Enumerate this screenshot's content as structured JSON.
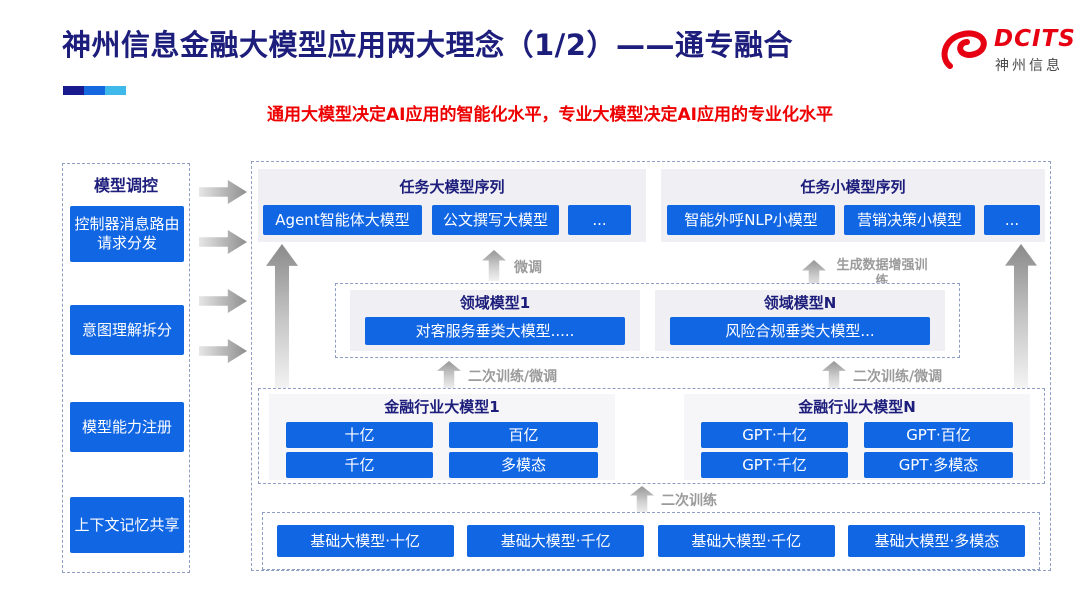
{
  "header": {
    "title": "神州信息金融大模型应用两大理念（1/2）——通专融合",
    "subtitle": "通用大模型决定AI应用的智能化水平，专业大模型决定AI应用的专业化水平",
    "accent_bar_colors": [
      "#1a1a8f",
      "#1668e0",
      "#3fb9e9"
    ],
    "logo": {
      "brand": "DCITS",
      "brand_cn": "神州信息"
    }
  },
  "sidebar": {
    "title": "模型调控",
    "items": [
      {
        "label": "控制器消息路由请求分发"
      },
      {
        "label": "意图理解拆分"
      },
      {
        "label": "模型能力注册"
      },
      {
        "label": "上下文记忆共享"
      }
    ]
  },
  "diagram": {
    "task_large": {
      "title": "任务大模型序列",
      "items": [
        "Agent智能体大模型",
        "公文撰写大模型",
        "..."
      ]
    },
    "task_small": {
      "title": "任务小模型序列",
      "items": [
        "智能外呼NLP小模型",
        "营销决策小模型",
        "..."
      ]
    },
    "domain": {
      "groups": [
        {
          "title": "领域模型1",
          "item": "对客服务垂类大模型....."
        },
        {
          "title": "领域模型N",
          "item": "风险合规垂类大模型..."
        }
      ]
    },
    "industry": {
      "groups": [
        {
          "title": "金融行业大模型1",
          "items": [
            "十亿",
            "百亿",
            "千亿",
            "多模态"
          ]
        },
        {
          "title": "金融行业大模型N",
          "items": [
            "GPT·十亿",
            "GPT·百亿",
            "GPT·千亿",
            "GPT·多模态"
          ]
        }
      ]
    },
    "base_models": [
      "基础大模型·十亿",
      "基础大模型·千亿",
      "基础大模型·千亿",
      "基础大模型·多模态"
    ],
    "labels": {
      "finetune": "微调",
      "gen_data_training": "生成数据增强训练",
      "retrain_finetune": "二次训练/微调",
      "retrain": "二次训练"
    }
  },
  "colors": {
    "chip_blue": "#1166e3",
    "navy": "#1d1d7c",
    "red": "#e60012",
    "gray_label": "#9b9b9b"
  }
}
